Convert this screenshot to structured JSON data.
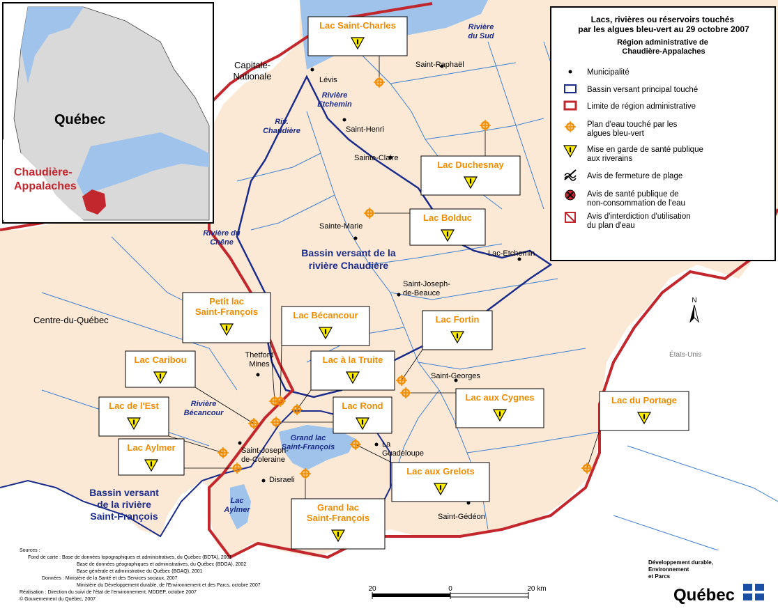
{
  "colors": {
    "land": "#fbe9d6",
    "outside": "#ffffff",
    "water": "#9fc3ea",
    "river": "#3f7fd1",
    "basin": "#1b2b8a",
    "region_boundary": "#c1272d",
    "lake_orange": "#f08c00",
    "warning_yellow": "#ffee00"
  },
  "inset": {
    "title": "Québec",
    "region_label": "Chaudière-\nAppalaches"
  },
  "legend": {
    "title_line1": "Lacs, rivières ou réservoirs touchés",
    "title_line2": "par les algues bleu-vert au 29 octobre 2007",
    "subtitle_line1": "Région administrative de",
    "subtitle_line2": "Chaudière-Appalaches",
    "items": [
      {
        "icon": "municipality-dot-icon",
        "line1": "Municipalité",
        "line2": ""
      },
      {
        "icon": "basin-outline-icon",
        "line1": "Bassin versant principal touché",
        "line2": ""
      },
      {
        "icon": "region-boundary-icon",
        "line1": "Limite de région administrative",
        "line2": ""
      },
      {
        "icon": "affected-waterbody-icon",
        "line1": "Plan d'eau touché par les",
        "line2": "algues bleu-vert"
      },
      {
        "icon": "health-warning-icon",
        "line1": "Mise en garde de santé publique",
        "line2": "aux riverains"
      },
      {
        "icon": "beach-closure-icon",
        "line1": "Avis de fermeture de plage",
        "line2": ""
      },
      {
        "icon": "no-consumption-icon",
        "line1": "Avis de santé publique de",
        "line2": "non-consommation de l'eau"
      },
      {
        "icon": "no-use-icon",
        "line1": "Avis d'interdiction d'utilisation",
        "line2": "du plan d'eau"
      }
    ]
  },
  "regions": {
    "capitale": "Capitale-\nNationale",
    "centre": "Centre-du-Québec",
    "usa": "États-Unis"
  },
  "rivers": {
    "du_sud": "Rivière\ndu Sud",
    "etchemin": "Rivière\nEtchemin",
    "chaudiere": "Riv.\nChaudière",
    "du_chene": "Rivière du\nChêne",
    "becancour": "Rivière\nBécancour",
    "grand_lac": "Grand lac\nSaint-François",
    "lac_aylmer": "Lac\nAylmer"
  },
  "basins": {
    "chaudiere": "Bassin versant de la\nrivière Chaudière",
    "saint_francois": "Bassin versant\nde la rivière\nSaint-François"
  },
  "towns": {
    "levis": "Lévis",
    "saint_raphael": "Saint-Raphaël",
    "saint_henri": "Saint-Henri",
    "sainte_claire": "Sainte-Claire",
    "sainte_marie": "Sainte-Marie",
    "lac_etchemin": "Lac-Etchemin",
    "saint_joseph_beauce": "Saint-Joseph-\nde-Beauce",
    "thetford": "Thetford\nMines",
    "saint_georges": "Saint-Georges",
    "la_guadeloupe": "La\nGuadeloupe",
    "saint_joseph_coleraine": "Saint-Joseph-\nde-Coleraine",
    "disraeli": "Disraeli",
    "saint_gedeon": "Saint-Gédéon"
  },
  "lakes": [
    {
      "id": "lac-saint-charles",
      "name": "Lac Saint-Charles"
    },
    {
      "id": "lac-duchesnay",
      "name": "Lac Duchesnay"
    },
    {
      "id": "lac-bolduc",
      "name": "Lac Bolduc"
    },
    {
      "id": "petit-lac-saint-francois",
      "name": "Petit lac\nSaint-François"
    },
    {
      "id": "lac-becancour",
      "name": "Lac Bécancour"
    },
    {
      "id": "lac-fortin",
      "name": "Lac Fortin"
    },
    {
      "id": "lac-caribou",
      "name": "Lac Caribou"
    },
    {
      "id": "lac-a-la-truite",
      "name": "Lac à la Truite"
    },
    {
      "id": "lac-de-l-est",
      "name": "Lac de l'Est"
    },
    {
      "id": "lac-rond",
      "name": "Lac Rond"
    },
    {
      "id": "lac-aux-cygnes",
      "name": "Lac aux Cygnes"
    },
    {
      "id": "lac-du-portage",
      "name": "Lac du Portage"
    },
    {
      "id": "lac-aylmer",
      "name": "Lac Aylmer"
    },
    {
      "id": "lac-aux-grelots",
      "name": "Lac aux Grelots"
    },
    {
      "id": "grand-lac-saint-francois",
      "name": "Grand lac\nSaint-François"
    }
  ],
  "north": "N",
  "scale": {
    "left": "20",
    "mid": "0",
    "right": "20 km"
  },
  "sources": [
    "Sources :",
    "Fond de carte : Base de données topographiques et administratives, du Québec (BDTA), 2001",
    "Base de données géographiques et administratives, du Québec (BDGA), 2002",
    "Base générale et administrative du Québec (BGAQ), 2001",
    "Données : Ministère de la Santé et des Services sociaux, 2007",
    "Ministère du Développement durable, de l'Environnement et des Parcs, octobre 2007",
    "Réalisation : Direction du suivi de l'état de l'environnement, MDDEP, octobre 2007",
    "© Gouvernement du Québec, 2007"
  ],
  "logo": {
    "ministry_line1": "Développement durable,",
    "ministry_line2": "Environnement",
    "ministry_line3": "et Parcs",
    "wordmark": "Québec"
  }
}
